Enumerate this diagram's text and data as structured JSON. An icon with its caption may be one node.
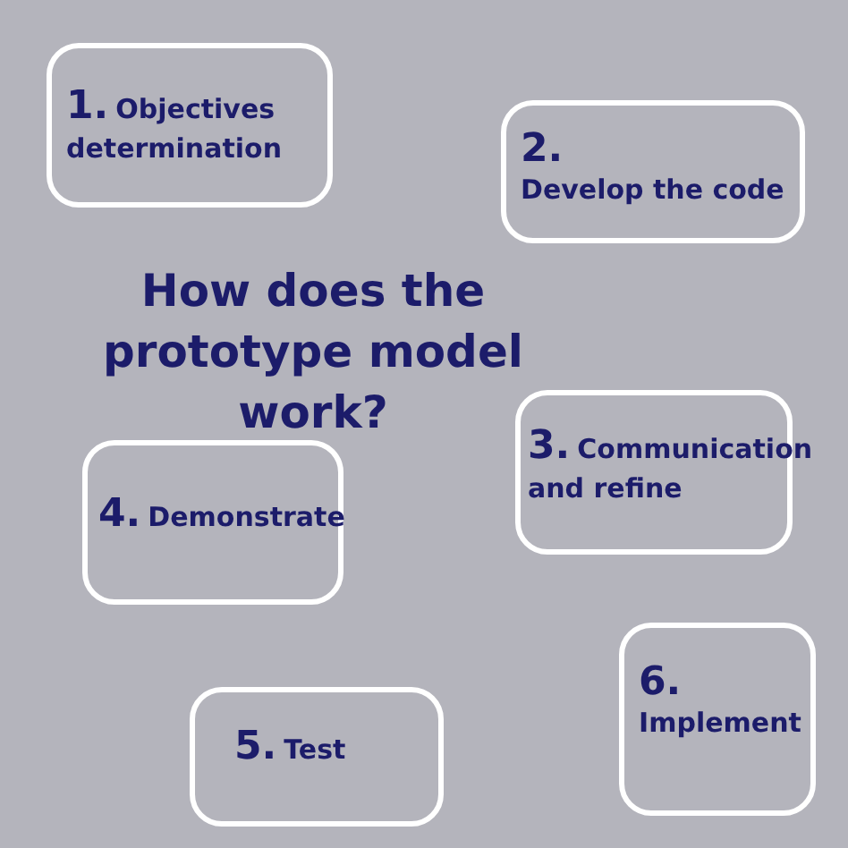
{
  "diagram": {
    "title": "How does the prototype model work?",
    "nodes": [
      {
        "text": [
          "1.",
          "Objectives determination"
        ]
      },
      {
        "text": [
          "2.",
          "Develop the code"
        ]
      },
      {
        "text": [
          "3.",
          "Communication and refine"
        ]
      },
      {
        "text": [
          "4.",
          "Demonstrate"
        ]
      },
      {
        "text": [
          "5.",
          "Test"
        ]
      },
      {
        "text": [
          "6.",
          "Implement"
        ]
      }
    ],
    "edges": []
  }
}
